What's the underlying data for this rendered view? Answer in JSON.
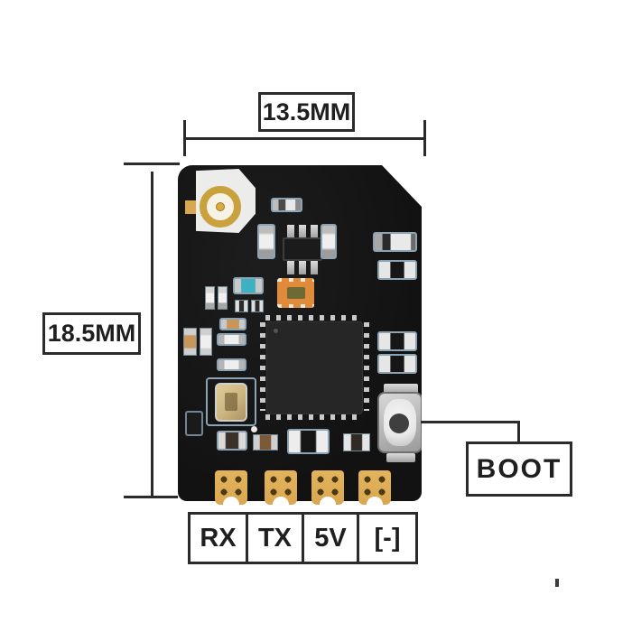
{
  "dimension_width": {
    "label": "13.5MM"
  },
  "dimension_height": {
    "label": "18.5MM"
  },
  "boot": {
    "label": "BOOT"
  },
  "pins": [
    {
      "label": "RX"
    },
    {
      "label": "TX"
    },
    {
      "label": "5V"
    },
    {
      "label": "[-]"
    }
  ],
  "colors": {
    "line": "#2b2b2b",
    "label_text": "#1f1f1f",
    "pcb": "#121212",
    "gold": "#d9a750",
    "pad_hole": "#4e3a12",
    "silver": "#c9c9c9",
    "white_part": "#ececea",
    "outline": "#8ba3b3",
    "orange": "#e08a3c",
    "olive": "#6d6a33",
    "teal": "#3fb0c2",
    "tan": "#c8955a",
    "ic_body": "#262626",
    "crystal": "#cdb57f",
    "button_face": "#e8e8e8",
    "button_dot": "#3f3f3f"
  }
}
